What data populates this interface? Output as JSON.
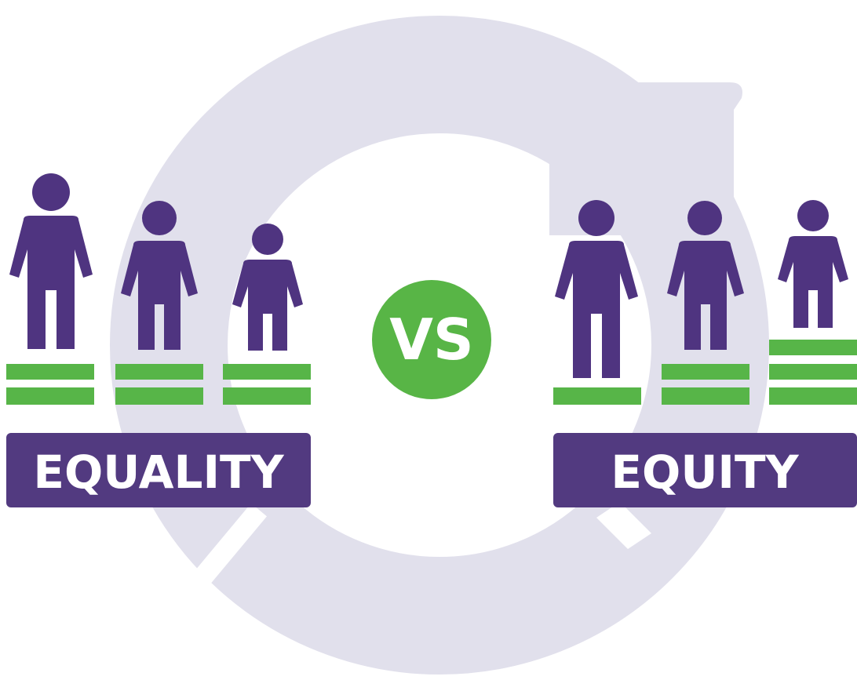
{
  "colors": {
    "background": "#ffffff",
    "ring": "#e1e0ec",
    "figure": "#4f3480",
    "step": "#57b548",
    "label_bg": "#523a80",
    "label_text": "#ffffff",
    "vs_circle": "#58b546",
    "vs_text": "#ffffff"
  },
  "left_panel": {
    "label": "EQUALITY",
    "figure_icon": "person-icon",
    "steps_per_person": [
      2,
      2,
      2
    ]
  },
  "center": {
    "vs_label": "VS"
  },
  "right_panel": {
    "label": "EQUITY",
    "figure_icon": "person-icon",
    "steps_per_person": [
      1,
      2,
      3
    ]
  }
}
